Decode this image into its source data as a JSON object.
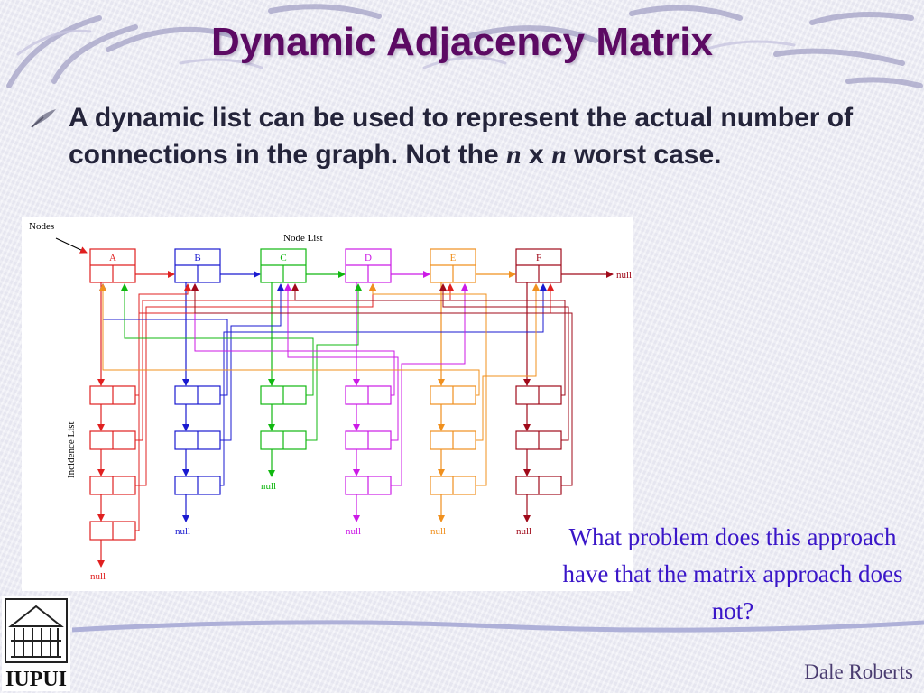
{
  "slide": {
    "title": "Dynamic Adjacency Matrix",
    "bullet": {
      "text_before": "A dynamic list can be used to represent the actual number of connections in the graph.  Not the ",
      "var1": "n",
      "mid": " x ",
      "var2": "n",
      "text_after": " worst case."
    },
    "question": "What problem does this approach have that the matrix approach does not?",
    "author": "Dale Roberts",
    "logo_text": "IUPUI"
  },
  "diagram": {
    "nodes_label": "Nodes",
    "node_list_label": "Node List",
    "incidence_list_label": "Incidence List",
    "null_label": "null",
    "nodes": [
      {
        "name": "A",
        "color": "#e02020",
        "list_length": 4
      },
      {
        "name": "B",
        "color": "#1a1ad0",
        "list_length": 3
      },
      {
        "name": "C",
        "color": "#10b810",
        "list_length": 2
      },
      {
        "name": "D",
        "color": "#cc1ae6",
        "list_length": 3
      },
      {
        "name": "E",
        "color": "#f0901e",
        "list_length": 3
      },
      {
        "name": "F",
        "color": "#a00a1a",
        "list_length": 3
      }
    ]
  },
  "colors": {
    "title": "#5c0a63",
    "bullet_text": "#24243a",
    "question": "#3a16c8",
    "author": "#4a3c70"
  }
}
